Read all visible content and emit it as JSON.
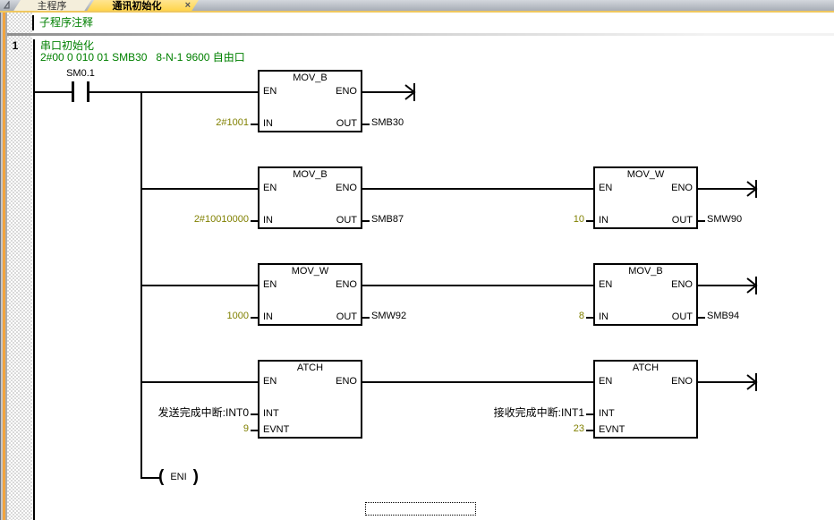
{
  "tab_bar": {
    "scroll_icon": "tab-nav-triangle",
    "tabs": [
      {
        "label": "主程序",
        "active": false
      },
      {
        "label": "通讯初始化",
        "active": true,
        "close_label": "×"
      }
    ]
  },
  "comment_bar": {
    "label": "子程序注释"
  },
  "network": {
    "number": "1",
    "title": "串口初始化",
    "comment": "2#00 0 010 01 SMB30   8-N-1 9600 自由口"
  },
  "ladder": {
    "contact_label": "SM0.1",
    "coil_label": "ENI",
    "blocks": [
      {
        "title": "MOV_B",
        "en": "EN",
        "eno": "ENO",
        "in1_name": "IN",
        "in1_value": "2#1001",
        "out_name": "OUT",
        "out_value": "SMB30"
      },
      {
        "title": "MOV_B",
        "en": "EN",
        "eno": "ENO",
        "in1_name": "IN",
        "in1_value": "2#10010000",
        "out_name": "OUT",
        "out_value": "SMB87"
      },
      {
        "title": "MOV_W",
        "en": "EN",
        "eno": "ENO",
        "in1_name": "IN",
        "in1_value": "10",
        "out_name": "OUT",
        "out_value": "SMW90"
      },
      {
        "title": "MOV_W",
        "en": "EN",
        "eno": "ENO",
        "in1_name": "IN",
        "in1_value": "1000",
        "out_name": "OUT",
        "out_value": "SMW92"
      },
      {
        "title": "MOV_B",
        "en": "EN",
        "eno": "ENO",
        "in1_name": "IN",
        "in1_value": "8",
        "out_name": "OUT",
        "out_value": "SMB94"
      },
      {
        "title": "ATCH",
        "en": "EN",
        "eno": "ENO",
        "in1_name": "INT",
        "in1_value": "发送完成中断:INT0",
        "in2_name": "EVNT",
        "in2_value": "9"
      },
      {
        "title": "ATCH",
        "en": "EN",
        "eno": "ENO",
        "in1_name": "INT",
        "in1_value": "接收完成中断:INT1",
        "in2_name": "EVNT",
        "in2_value": "23"
      }
    ]
  },
  "colors": {
    "comment_green": "#008000",
    "constant_olive": "#808000",
    "active_tab_yellow": "#FFD84D",
    "tab_underline_yellow": "#EFC75F",
    "edge_strip_orange": "#F2A43E"
  }
}
